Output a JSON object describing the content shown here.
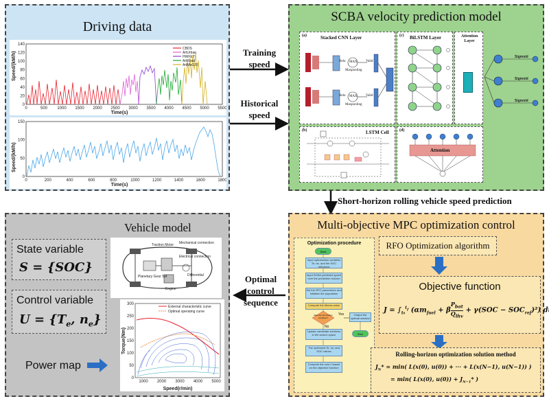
{
  "driving_data": {
    "title": "Driving data",
    "chart1": {
      "ylabel": "Speed/(kM/h)",
      "xlabel": "Time(s)",
      "yticks": [
        "0",
        "20",
        "40",
        "60",
        "80",
        "100",
        "120",
        "140"
      ],
      "xticks": [
        "0",
        "500",
        "1000",
        "1500",
        "2000",
        "2500",
        "3000",
        "3500",
        "4000",
        "4500",
        "5000",
        "5500"
      ],
      "legend": [
        "CBDS",
        "ArtUrban",
        "HWFET",
        "ArtRoad",
        "ArtMw130"
      ],
      "colors": [
        "#e8222e",
        "#e060d8",
        "#8a3fd0",
        "#1ea832",
        "#d4b020"
      ]
    },
    "chart2": {
      "ylabel": "Speed/(kM/h)",
      "xlabel": "Time(s)",
      "yticks": [
        "0",
        "50",
        "100",
        "150"
      ],
      "xticks": [
        "0",
        "200",
        "400",
        "600",
        "800",
        "1000",
        "1200",
        "1400",
        "1600",
        "1800"
      ],
      "color": "#4aa6e8"
    }
  },
  "scba": {
    "title": "SCBA velocity prediction model",
    "cnn_label": "(a)",
    "cnn_title": "Stacked CNN Layer",
    "relu": "Relu",
    "max": "MAX",
    "valid": "Valid",
    "maxpooling": "Maxpooling",
    "bilstm_label": "(c)",
    "bilstm_title": "BiLSTM Layer",
    "attn_layer": "Attention Layer",
    "sigmoid": "Sigmoid",
    "lstm_label": "(b)",
    "lstm_title": "LSTM Cell",
    "attn_label": "(d)",
    "attention": "Attention"
  },
  "arrows": {
    "training_speed": "Training speed",
    "historical_speed": "Historical speed",
    "short_horizon": "Short-horizon rolling vehicle speed prediction",
    "optimal_control": "Optimal control sequence"
  },
  "vehicle": {
    "title": "Vehicle model",
    "state_label": "State variable",
    "control_label": "Control variable",
    "power_map": "Power map",
    "car_labels": [
      "Traction Motor",
      "Mechanical connection",
      "Electrical connection",
      "Differential",
      "Planetary Gear Set",
      "Engine"
    ],
    "map_legend": [
      "External characteristic curve",
      "Optimal operating curve"
    ],
    "map_ylabel": "Torque(Nm)",
    "map_xlabel": "Speed(r/min)",
    "map_yticks": [
      "0",
      "50",
      "100",
      "150",
      "200",
      "250",
      "300"
    ],
    "map_xticks": [
      "1000",
      "2000",
      "3000",
      "4000",
      "5000"
    ]
  },
  "mpc": {
    "title": "Multi-objective MPC optimization control",
    "opt_procedure": "Optimization procedure",
    "flow": [
      "Start",
      "Input optimization variables Te, ne, and the SOC reference",
      "Input SCBA predicted speed over the prediction horizon",
      "Set the RFO parameters and initialize the population",
      "Compute the fitness value",
      "Meet the termination condition?",
      "Output the optimal solution",
      "End",
      "Update candidate solutions in the search space",
      "The optimized Te, ne, and SOC values",
      "Compute the cost J based on the objective function"
    ],
    "yes": "Yes",
    "no": "No",
    "rfo": "RFO Optimization algorithm",
    "objective": "Objective function",
    "rolling": "Rolling-horizon optimization solution method"
  }
}
